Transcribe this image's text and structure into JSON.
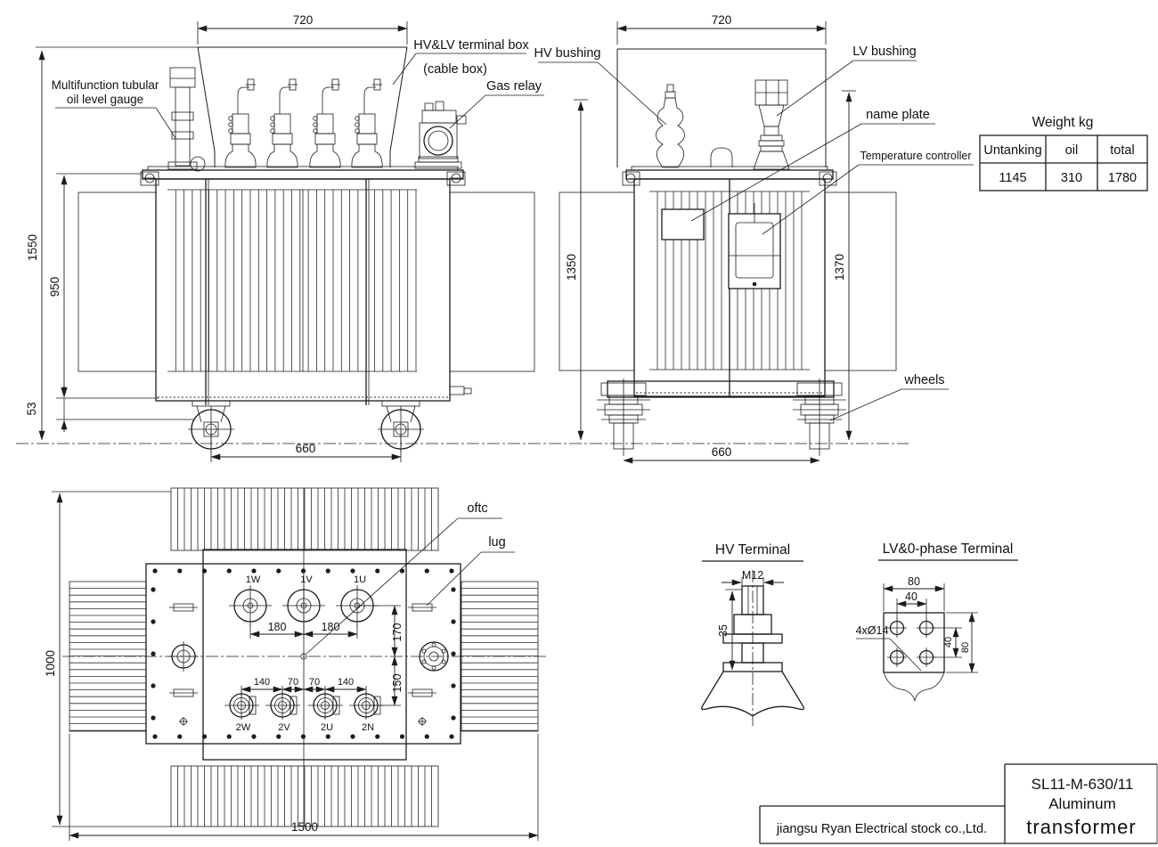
{
  "front_view": {
    "labels": {
      "oil_gauge_1": "Multifunction tubular",
      "oil_gauge_2": "oil level gauge",
      "terminal_box_1": "HV&LV terminal box",
      "terminal_box_2": "(cable box)",
      "gas_relay": "Gas relay"
    },
    "dims": {
      "top_width": "720",
      "overall_height": "1550",
      "fin_height": "950",
      "base_height": "53",
      "wheel_span": "660"
    }
  },
  "side_view": {
    "labels": {
      "hv_bushing": "HV bushing",
      "lv_bushing": "LV bushing",
      "name_plate": "name plate",
      "temperature_controller": "Temperature controller",
      "wheels": "wheels"
    },
    "dims": {
      "top_width": "720",
      "height_left": "1350",
      "height_right": "1370",
      "wheel_span": "660"
    }
  },
  "weight_table": {
    "title": "Weight kg",
    "headers": [
      "Untanking",
      "oil",
      "total"
    ],
    "values": [
      "1145",
      "310",
      "1780"
    ]
  },
  "top_view": {
    "labels": {
      "oftc": "oftc",
      "lug": "lug"
    },
    "hv_terminals": [
      "1W",
      "1V",
      "1U"
    ],
    "lv_terminals": [
      "2W",
      "2V",
      "2U",
      "2N"
    ],
    "dims": {
      "hv_pitch_left": "180",
      "hv_pitch_right": "180",
      "hv_row_offset": "170",
      "lv_row_offset": "150",
      "lv_pitch_1": "140",
      "lv_pitch_2": "70",
      "lv_pitch_3": "70",
      "lv_pitch_4": "140",
      "overall_depth": "1000",
      "overall_width": "1500"
    }
  },
  "hv_terminal_detail": {
    "title": "HV Terminal",
    "dims": {
      "thread": "M12",
      "stud_height": "35"
    }
  },
  "lv_terminal_detail": {
    "title": "LV&0-phase Terminal",
    "dims": {
      "width": "80",
      "hole_pitch_h": "40",
      "hole_pitch_v": "40",
      "height": "80"
    },
    "holes_label": "4xØ14"
  },
  "title_block": {
    "company": "jiangsu Ryan Electrical stock co.,Ltd.",
    "model": "SL11-M-630/11",
    "material": "Aluminum",
    "product": "transformer"
  }
}
